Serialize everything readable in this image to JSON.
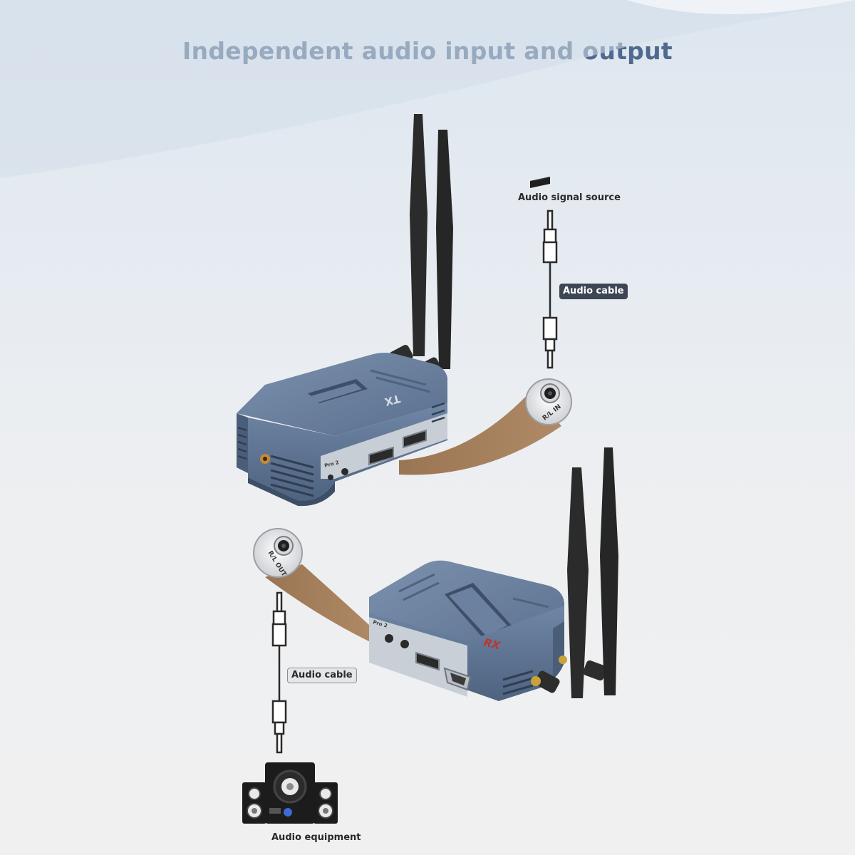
{
  "title": "Independent audio input and output",
  "labels": {
    "audio_signal_source": "Audio signal source",
    "audio_cable_top": "Audio cable",
    "audio_cable_bottom": "Audio cable",
    "audio_equipment": "Audio equipment"
  },
  "ports": {
    "input": "R/L IN",
    "output": "R/L OUT"
  },
  "devices": {
    "transmitter_mark": "TX",
    "receiver_mark": "RX",
    "model_mark": "Pro 2"
  },
  "colors": {
    "title": "#4f6a8e",
    "device_body": "#5d7393",
    "zoom_beam": "#a47e5b",
    "receiver_mark": "#c0342b",
    "antenna": "#2b2b2b"
  },
  "icons": [
    "tx-device-icon",
    "rx-device-icon",
    "antenna-icon",
    "dvd-player-icon",
    "speaker-system-icon",
    "audio-jack-icon"
  ]
}
